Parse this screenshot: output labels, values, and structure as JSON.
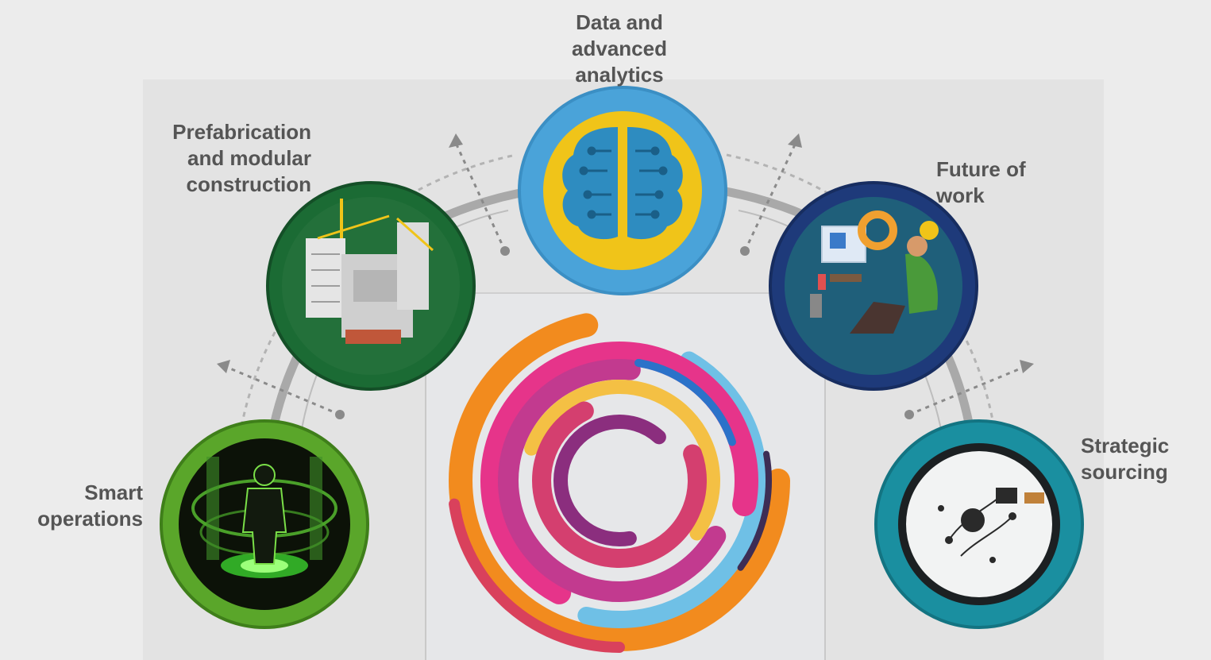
{
  "labels": {
    "data_analytics": [
      "Data and",
      "advanced",
      "analytics"
    ],
    "prefabrication": [
      "Prefabrication",
      "and modular",
      "construction"
    ],
    "future_of_work": [
      "Future of",
      "work"
    ],
    "smart_operations": [
      "Smart",
      "operations"
    ],
    "strategic_sourcing": [
      "Strategic",
      "sourcing"
    ]
  },
  "colors": {
    "background": "#ececec",
    "arc": "#a9a9a9",
    "label_text": "#555555",
    "data_ring": "#4aa3d9",
    "data_inner": "#f0c419",
    "prefab_ring": "#1b6b34",
    "future_ring": "#1e3a7a",
    "smart_ring": "#5aa62a",
    "sourcing_ring": "#1a8fa0"
  },
  "icons": {
    "data_analytics": "brain-circuit-icon",
    "prefabrication": "crane-building-icon",
    "future_of_work": "person-at-desk-icon",
    "smart_operations": "hologram-person-icon",
    "strategic_sourcing": "circuit-plate-icon",
    "center": "paint-swirl-icon"
  }
}
